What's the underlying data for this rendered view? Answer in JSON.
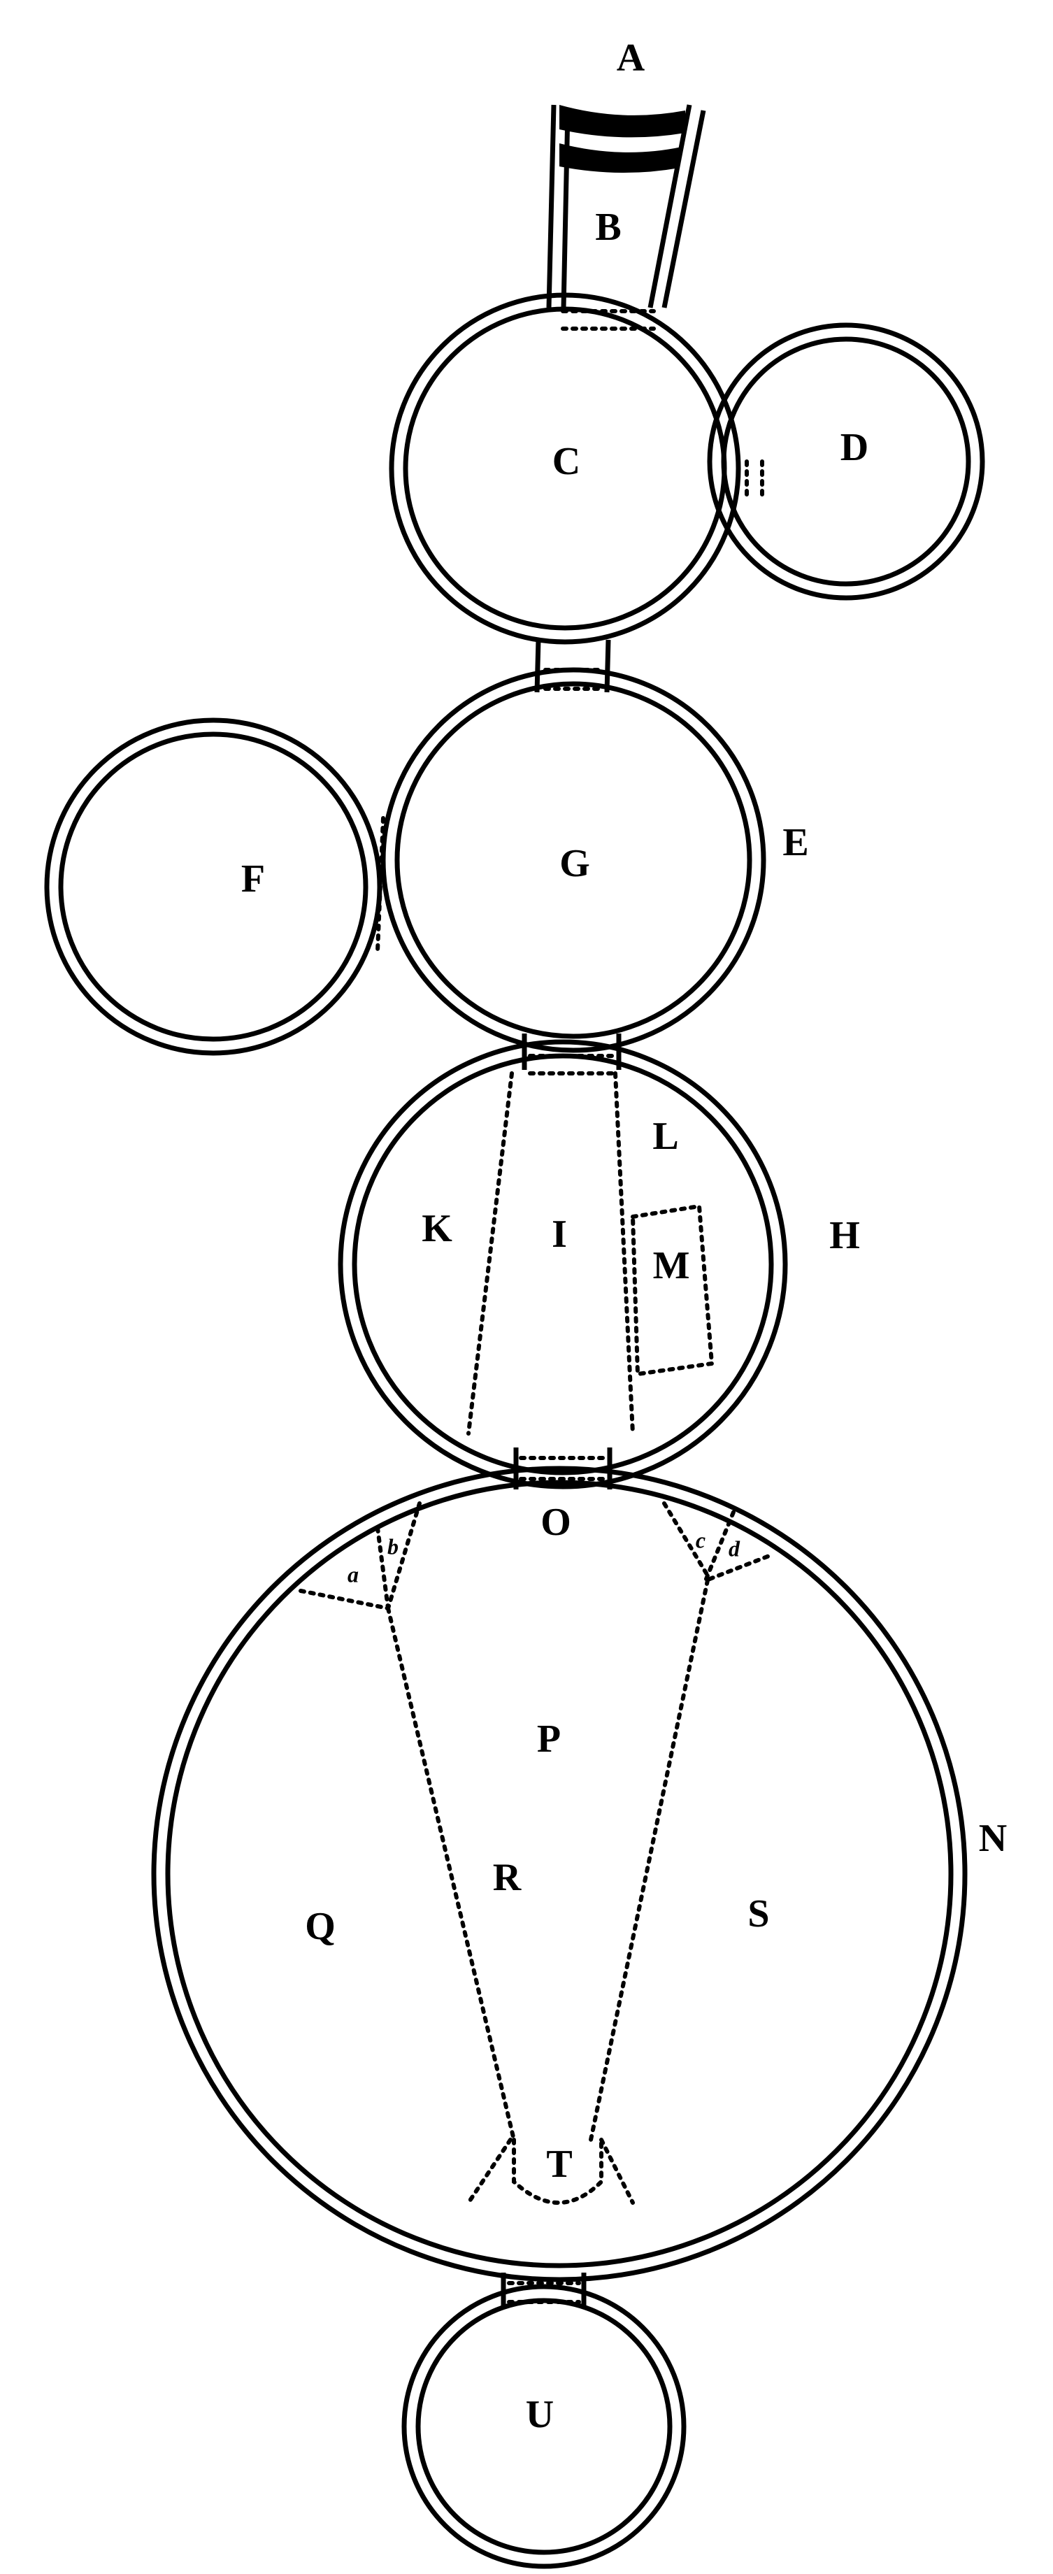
{
  "labels": {
    "A": "A",
    "B": "B",
    "C": "C",
    "D": "D",
    "E": "E",
    "F": "F",
    "G": "G",
    "H": "H",
    "I": "I",
    "K": "K",
    "L": "L",
    "M": "M",
    "N": "N",
    "O": "O",
    "P": "P",
    "Q": "Q",
    "R": "R",
    "S": "S",
    "T": "T",
    "U": "U",
    "a": "a",
    "b": "b",
    "c": "c",
    "d": "d"
  }
}
